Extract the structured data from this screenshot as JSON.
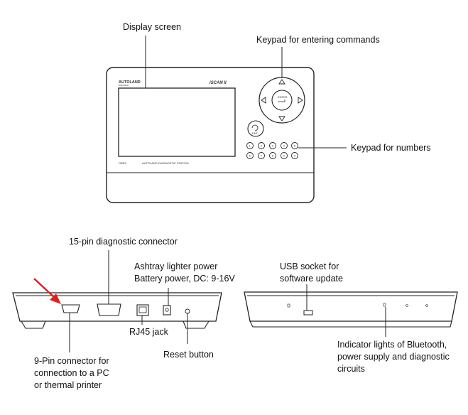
{
  "callouts": {
    "display_screen": "Display screen",
    "keypad_commands": "Keypad for entering commands",
    "keypad_numbers": "Keypad for numbers",
    "diag_connector": "15-pin diagnostic connector",
    "ashtray_power": "Ashtray lighter power",
    "battery_power": "Battery power, DC: 9-16V",
    "usb_line1": "USB socket for",
    "usb_line2": "software update",
    "rj45": "RJ45 jack",
    "reset": "Reset button",
    "pin9_line1": "9-Pin connector for",
    "pin9_line2": "connection to a PC",
    "pin9_line3": "or thermal printer",
    "indicator_line1": "Indicator lights of Bluetooth,",
    "indicator_line2": "power supply and diagnostic",
    "indicator_line3": "circuits"
  },
  "device": {
    "brand": "AUTOLAND",
    "brand_sub": "SCIENTECH",
    "model": "iSCAN II",
    "enter_key": "ENTER",
    "ent_key": "ENT",
    "footer_left": "OBDII",
    "footer_center": "AUTOLAND DIAGNOSTIC STATION",
    "number_keys_row1": [
      "1",
      "2",
      "3",
      "4",
      "5"
    ],
    "number_keys_row2": [
      "6",
      "7",
      "8",
      "9",
      "0"
    ]
  },
  "colors": {
    "outline": "#222222",
    "arrow": "#e02020"
  }
}
